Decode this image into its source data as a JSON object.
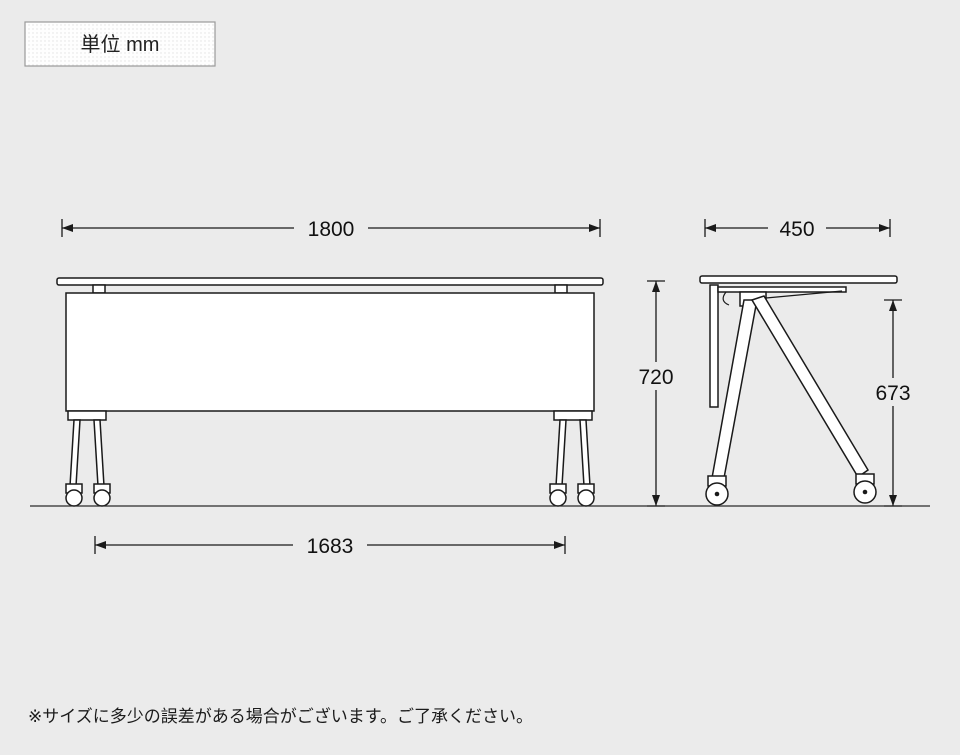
{
  "unit_box": {
    "label": "単位 mm"
  },
  "note": "※サイズに多少の誤差がある場合がございます。ご了承ください。",
  "front_view": {
    "width_label": "1800",
    "height_label": "720",
    "leg_span_label": "1683"
  },
  "side_view": {
    "depth_label": "450",
    "under_top_height_label": "673"
  }
}
